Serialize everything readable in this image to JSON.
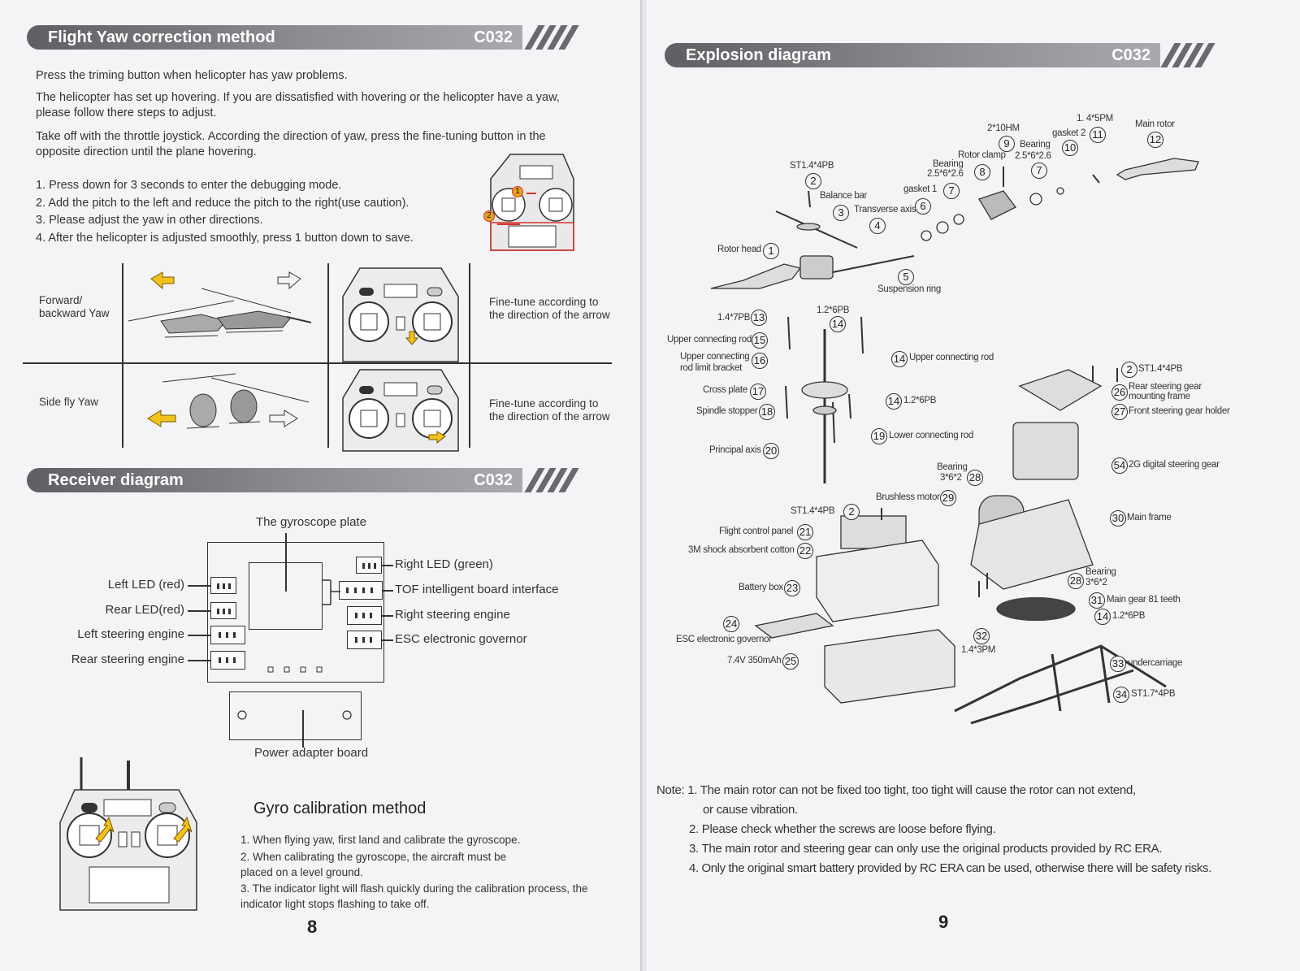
{
  "left": {
    "yaw_section": {
      "title": "Flight Yaw correction method",
      "code": "C032",
      "paragraphs": [
        "Press the triming button when helicopter has yaw problems.",
        "The helicopter has set up hovering. If you are dissatisfied with hovering or the helicopter have a yaw, please follow there steps to adjust.",
        "Take off with the throttle joystick. According the direction of yaw, press the fine-tuning button in the opposite direction until the plane hovering."
      ],
      "steps": [
        "1. Press down for 3 seconds to enter the debugging mode.",
        "2. Add the pitch to the left and reduce the pitch to the right(use caution).",
        "3. Please adjust the yaw in other directions.",
        "4. After the helicopter is adjusted smoothly, press 1 button down to save."
      ],
      "callouts": [
        "1",
        "2"
      ],
      "table": [
        {
          "label": "Forward/\nbackward Yaw",
          "note": "Fine-tune according to\nthe direction of the arrow"
        },
        {
          "label": "Side fly Yaw",
          "note": "Fine-tune according to\nthe direction of the arrow"
        }
      ]
    },
    "receiver_section": {
      "title": "Receiver diagram",
      "code": "C032",
      "gyro_plate": "The gyroscope plate",
      "left_labels": [
        "Left LED (red)",
        "Rear LED(red)",
        "Left steering engine",
        "Rear steering engine"
      ],
      "right_labels": [
        "Right LED (green)",
        "TOF intelligent board interface",
        "Right steering engine",
        "ESC electronic governor"
      ],
      "power_board": "Power adapter board"
    },
    "gyro_section": {
      "title": "Gyro calibration method",
      "steps": [
        "1. When flying yaw, first land and calibrate the gyroscope.",
        "2. When calibrating the gyroscope, the aircraft must be placed on a level ground.",
        "3. The indicator light will flash quickly during the calibration process, the indicator light stops flashing to take off."
      ]
    },
    "page_number": "8"
  },
  "right": {
    "title": "Explosion diagram",
    "code": "C032",
    "parts": [
      {
        "n": "1",
        "label": "Rotor head"
      },
      {
        "n": "2",
        "label": "ST1.4*4PB"
      },
      {
        "n": "3",
        "label": "Balance bar"
      },
      {
        "n": "4",
        "label": "Transverse axis"
      },
      {
        "n": "5",
        "label": "Suspension ring"
      },
      {
        "n": "6",
        "label": "gasket 1"
      },
      {
        "n": "7",
        "label": "Bearing 2.5*6*2.6"
      },
      {
        "n": "8",
        "label": "Rotor clamp"
      },
      {
        "n": "9",
        "label": "2*10HM"
      },
      {
        "n": "10",
        "label": "gasket 2"
      },
      {
        "n": "11",
        "label": "1. 4*5PM"
      },
      {
        "n": "12",
        "label": "Main rotor"
      },
      {
        "n": "13",
        "label": "1.4*7PB"
      },
      {
        "n": "14",
        "label": "1.2*6PB"
      },
      {
        "n": "15",
        "label": "Upper connecting rod"
      },
      {
        "n": "16",
        "label": "Upper connecting rod limit bracket"
      },
      {
        "n": "17",
        "label": "Cross plate"
      },
      {
        "n": "18",
        "label": "Spindle stopper"
      },
      {
        "n": "19",
        "label": "Lower connecting rod"
      },
      {
        "n": "20",
        "label": "Principal axis"
      },
      {
        "n": "21",
        "label": "Flight control panel"
      },
      {
        "n": "22",
        "label": "3M shock absorbent cotton"
      },
      {
        "n": "23",
        "label": "Battery box"
      },
      {
        "n": "24",
        "label": "ESC electronic governor"
      },
      {
        "n": "25",
        "label": "7.4V 350mAh"
      },
      {
        "n": "26",
        "label": "Rear steering gear mounting frame"
      },
      {
        "n": "27",
        "label": "Front steering gear holder"
      },
      {
        "n": "28",
        "label": "Bearing 3*6*2"
      },
      {
        "n": "29",
        "label": "Brushless motor"
      },
      {
        "n": "30",
        "label": "Main frame"
      },
      {
        "n": "31",
        "label": "Main gear 81 teeth"
      },
      {
        "n": "32",
        "label": "1.4*3PM"
      },
      {
        "n": "33",
        "label": "undercarriage"
      },
      {
        "n": "34",
        "label": "ST1.7*4PB"
      },
      {
        "n": "54",
        "label": "2G digital steering gear"
      }
    ],
    "extra_labels": {
      "l2": "2*10HM",
      "bearing": "Bearing",
      "b_dim": "2.5*6*2.6",
      "rotor_clamp": "Rotor clamp",
      "bearing2": "Bearing",
      "b2_dim": "2.5*6*2.6",
      "upper_rod_2": "Upper connecting rod",
      "s14b": "1.2*6PB",
      "s14c": "1.2*6PB",
      "st2b": "ST1.4*4PB",
      "st2c": "ST1.4*4PB",
      "b28a": "Bearing",
      "b28a_dim": "3*6*2",
      "b28b": "Bearing",
      "b28b_dim": "3*6*2"
    },
    "notes": [
      "Note: 1. The main rotor can not be fixed too tight, too tight will cause the rotor can not extend,",
      "or cause vibration.",
      "2. Please check whether the screws are loose before flying.",
      "3. The main rotor and steering gear can only use the original products provided by RC ERA.",
      "4. Only the original smart battery provided by RC ERA can be used, otherwise there will be safety risks."
    ],
    "page_number": "9"
  },
  "colors": {
    "banner": "#7a7a7f",
    "arrow_yellow": "#f2c21b",
    "callout_orange": "#e8a21a",
    "callout_red": "#d9342b"
  }
}
